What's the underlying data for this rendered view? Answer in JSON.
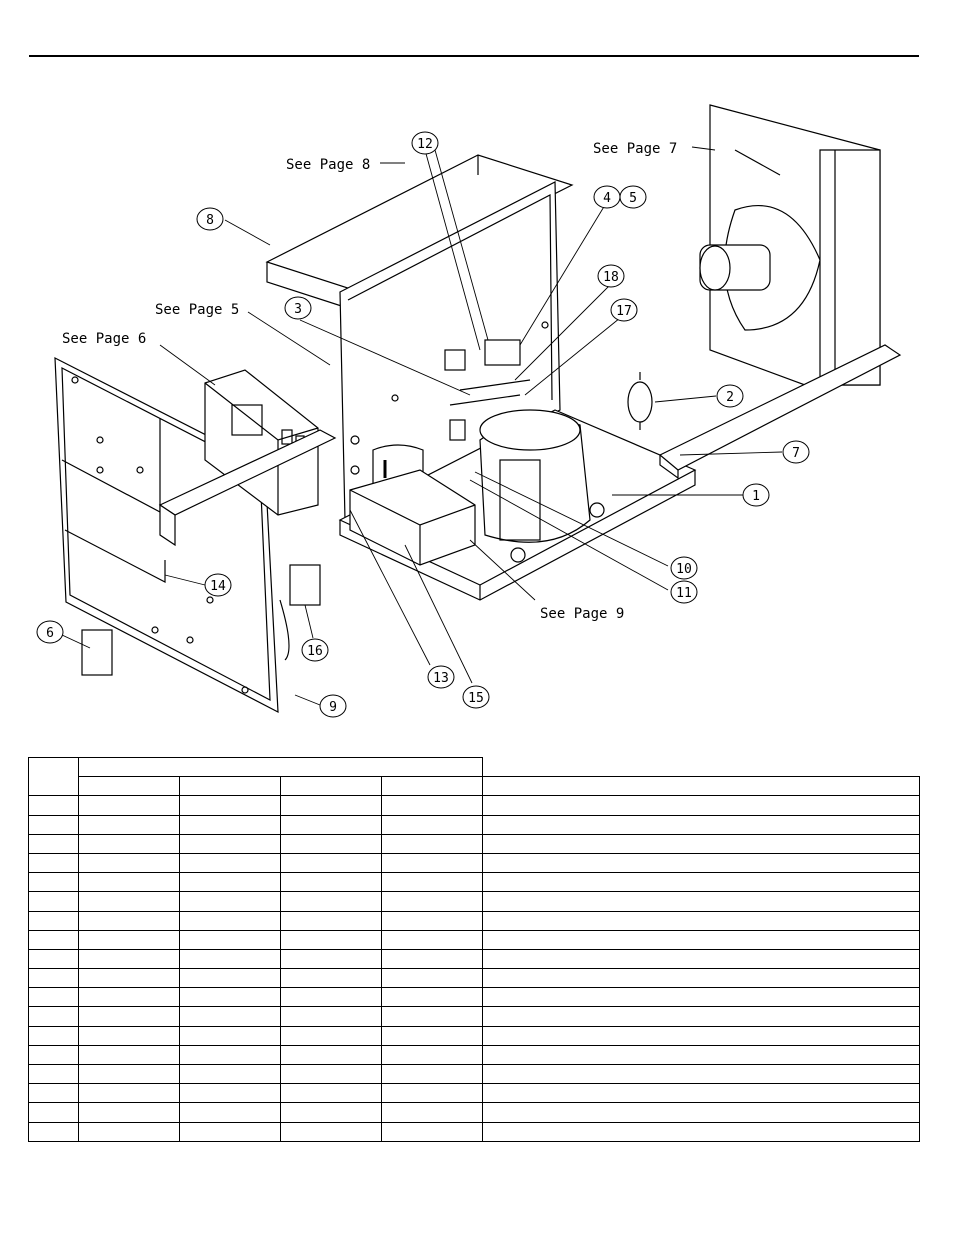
{
  "callouts": {
    "c1": "1",
    "c2": "2",
    "c3": "3",
    "c4": "4",
    "c5": "5",
    "c6": "6",
    "c7": "7",
    "c8": "8",
    "c9": "9",
    "c10": "10",
    "c11": "11",
    "c12": "12",
    "c13": "13",
    "c14": "14",
    "c15": "15",
    "c16": "16",
    "c17": "17",
    "c18": "18"
  },
  "references": {
    "page5": "See Page 5",
    "page6": "See Page 6",
    "page7": "See Page 7",
    "page8": "See Page 8",
    "page9": "See Page 9"
  },
  "parts_table": {
    "header": [
      "",
      "",
      "",
      "",
      "",
      ""
    ],
    "rows": [
      [
        "",
        "",
        "",
        "",
        "",
        ""
      ],
      [
        "",
        "",
        "",
        "",
        "",
        ""
      ],
      [
        "",
        "",
        "",
        "",
        "",
        ""
      ],
      [
        "",
        "",
        "",
        "",
        "",
        ""
      ],
      [
        "",
        "",
        "",
        "",
        "",
        ""
      ],
      [
        "",
        "",
        "",
        "",
        "",
        ""
      ],
      [
        "",
        "",
        "",
        "",
        "",
        ""
      ],
      [
        "",
        "",
        "",
        "",
        "",
        ""
      ],
      [
        "",
        "",
        "",
        "",
        "",
        ""
      ],
      [
        "",
        "",
        "",
        "",
        "",
        ""
      ],
      [
        "",
        "",
        "",
        "",
        "",
        ""
      ],
      [
        "",
        "",
        "",
        "",
        "",
        ""
      ],
      [
        "",
        "",
        "",
        "",
        "",
        ""
      ],
      [
        "",
        "",
        "",
        "",
        "",
        ""
      ],
      [
        "",
        "",
        "",
        "",
        "",
        ""
      ],
      [
        "",
        "",
        "",
        "",
        "",
        ""
      ],
      [
        "",
        "",
        "",
        "",
        "",
        ""
      ],
      [
        "",
        "",
        "",
        "",
        "",
        ""
      ]
    ]
  }
}
